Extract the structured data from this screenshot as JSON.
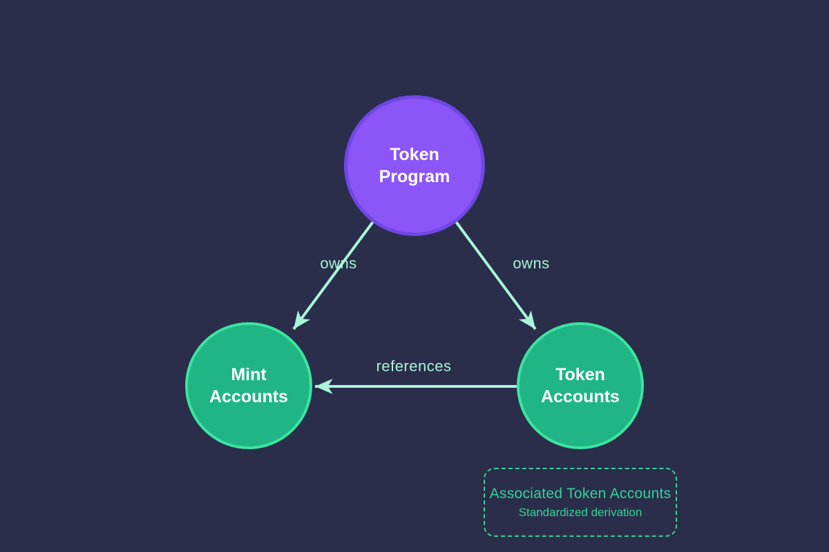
{
  "nodes": {
    "token_program": {
      "line1": "Token",
      "line2": "Program"
    },
    "mint_accounts": {
      "line1": "Mint",
      "line2": "Accounts"
    },
    "token_accounts": {
      "line1": "Token",
      "line2": "Accounts"
    }
  },
  "edges": {
    "owns_left": {
      "label": "owns",
      "from": "token_program",
      "to": "mint_accounts"
    },
    "owns_right": {
      "label": "owns",
      "from": "token_program",
      "to": "token_accounts"
    },
    "references": {
      "label": "references",
      "from": "token_accounts",
      "to": "mint_accounts"
    }
  },
  "note": {
    "title": "Associated Token Accounts",
    "subtitle": "Standardized derivation"
  },
  "colors": {
    "background": "#2a2e4a",
    "purple_fill": "#8b55f7",
    "purple_border": "#7147e6",
    "green_fill": "#1fb585",
    "green_border": "#3ce4a0",
    "arrow": "#a9f5da",
    "edge_label": "#a9f2d9",
    "note_green": "#34d399",
    "node_text": "#ffffff"
  }
}
